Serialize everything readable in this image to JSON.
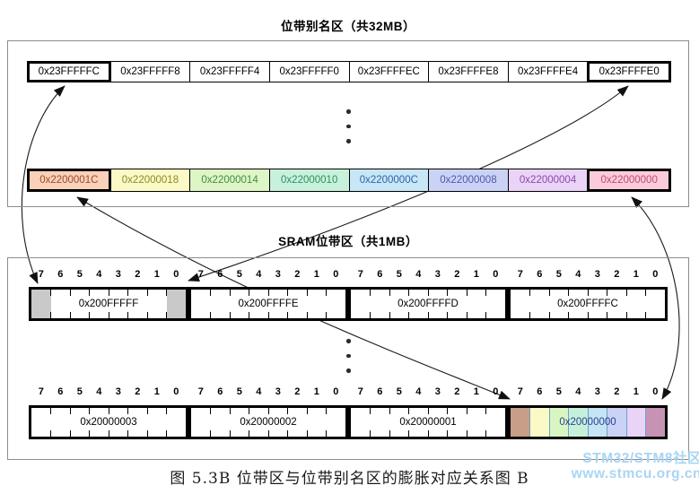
{
  "alias_section": {
    "title": "位带别名区（共32MB）",
    "word_row": [
      {
        "label": "0x23FFFFFC",
        "highlight": true
      },
      {
        "label": "0x23FFFFF8"
      },
      {
        "label": "0x23FFFFF4"
      },
      {
        "label": "0x23FFFFF0"
      },
      {
        "label": "0x23FFFFEC"
      },
      {
        "label": "0x23FFFFE8"
      },
      {
        "label": "0x23FFFFE4"
      },
      {
        "label": "0x23FFFFE0",
        "highlight": true
      }
    ],
    "alias_row": [
      {
        "label": "0x2200001C",
        "bg": "#f9d0b8",
        "fg": "#9e4a2a",
        "highlight": true
      },
      {
        "label": "0x22000018",
        "bg": "#fbfac6",
        "fg": "#8a8a2a"
      },
      {
        "label": "0x22000014",
        "bg": "#def5c6",
        "fg": "#3f8f3f"
      },
      {
        "label": "0x22000010",
        "bg": "#c7f1db",
        "fg": "#2f8f63"
      },
      {
        "label": "0x2200000C",
        "bg": "#c7e6f6",
        "fg": "#2f64a8"
      },
      {
        "label": "0x22000008",
        "bg": "#cad3f5",
        "fg": "#4f58aa"
      },
      {
        "label": "0x22000004",
        "bg": "#ead3f7",
        "fg": "#8a4aaa"
      },
      {
        "label": "0x22000000",
        "bg": "#fbcbdb",
        "fg": "#c04a73",
        "highlight": true
      }
    ]
  },
  "sram_section": {
    "title": "SRAM位带区（共1MB）",
    "bit_labels": [
      "7",
      "6",
      "5",
      "4",
      "3",
      "2",
      "1",
      "0"
    ],
    "row_top": [
      {
        "label": "0x200FFFFF",
        "cell_fills": [
          "#c9c9c9",
          null,
          null,
          null,
          null,
          null,
          null,
          "#c9c9c9"
        ]
      },
      {
        "label": "0x200FFFFE"
      },
      {
        "label": "0x200FFFFD"
      },
      {
        "label": "0x200FFFFC"
      }
    ],
    "row_bottom": [
      {
        "label": "0x20000003"
      },
      {
        "label": "0x20000002"
      },
      {
        "label": "0x20000001"
      },
      {
        "label": "0x20000000",
        "label_color": "#2b3f8f",
        "divider_color": "#6f9fc9",
        "cell_fills": [
          "#c79e87",
          "#fbfac6",
          "#d9f6c2",
          "#c5f1da",
          "#c5e5f5",
          "#cad3f5",
          "#e9d3f7",
          "#c793b5"
        ]
      }
    ]
  },
  "connections": [
    {
      "from": "0x23FFFFFC",
      "to": "0x200FFFFF-bit7"
    },
    {
      "from": "0x23FFFFE0",
      "to": "0x200FFFFF-bit0"
    },
    {
      "from": "0x2200001C",
      "to": "0x20000000-bit7"
    },
    {
      "from": "0x22000000",
      "to": "0x20000000-bit0"
    }
  ],
  "caption": "图 5.3B 位带区与位带别名区的膨胀对应关系图 B",
  "watermark": {
    "line1": "STM32/STM8社区",
    "line2": "www.stmcu.org.cn",
    "color": "#a9d5f3"
  },
  "icons": {
    "ellipsis_vertical": "vertical-dots"
  }
}
